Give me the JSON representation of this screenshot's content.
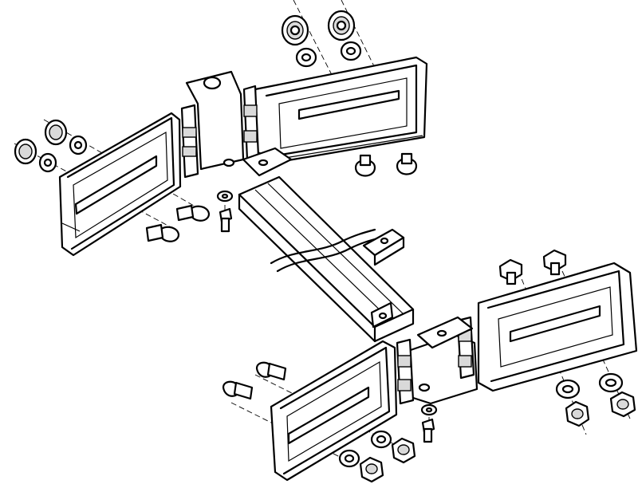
{
  "figure": {
    "kind": "exploded-assembly-line-drawing",
    "colors": {
      "line": "#000000",
      "fill": "#ffffff",
      "shade": "#d9d9d9"
    },
    "parts": [
      "mounting-bracket-left",
      "mounting-bracket-top",
      "mounting-bracket-bottom-left",
      "mounting-bracket-bottom-right",
      "hinge-plate-top",
      "hinge-plate-bottom",
      "rail-channel",
      "clamp-clip",
      "carriage-bolt",
      "flange-nut",
      "hex-nut",
      "washer",
      "small-screw"
    ]
  }
}
